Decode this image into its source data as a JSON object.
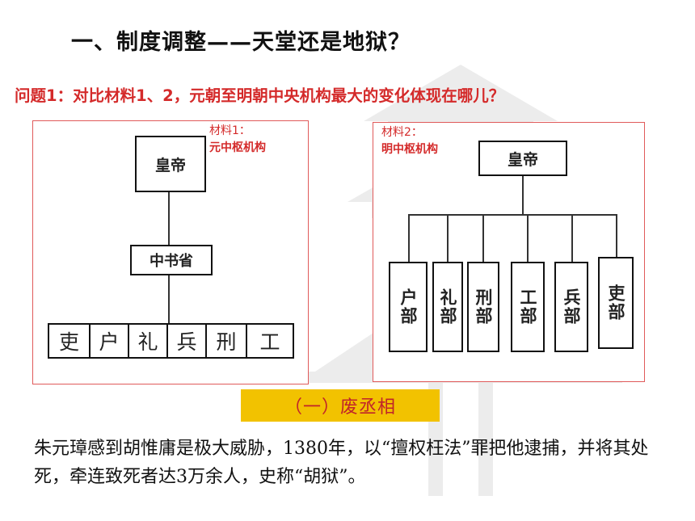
{
  "title": "一、制度调整——天堂还是地狱？",
  "question": "问题1：对比材料1、2，元朝至明朝中央机构最大的变化体现在哪儿？",
  "material1": {
    "label_line1": "材料1：",
    "label_line2": "元中枢机构",
    "emperor": "皇帝",
    "secretariat": "中书省",
    "ministries": [
      "吏",
      "户",
      "礼",
      "兵",
      "刑",
      "工"
    ]
  },
  "material2": {
    "label_line1": "材料2：",
    "label_line2": "明中枢机构",
    "emperor": "皇帝",
    "ministries": [
      "户部",
      "礼部",
      "刑部",
      "工部",
      "兵部",
      "吏部"
    ]
  },
  "section_heading": "（一）废丞相",
  "paragraph": "朱元璋感到胡惟庸是极大威胁，1380年，以“擅权枉法”罪把他逮捕，并将其处死，牵连致死者达3万余人，史称“胡狱”。"
}
